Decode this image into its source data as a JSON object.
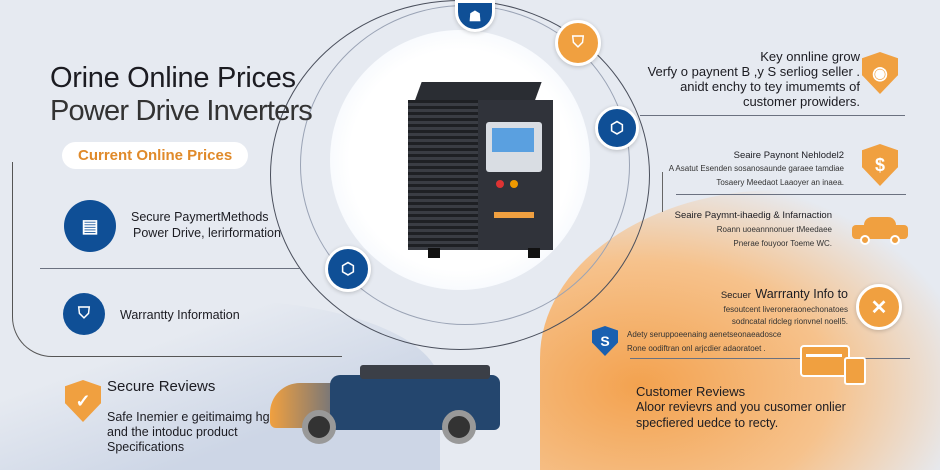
{
  "header": {
    "title_line1": "Orine Online Prices",
    "title_line2": "Power Drive Inverters",
    "badge": "Current Online  Prices"
  },
  "left": {
    "items": [
      {
        "title": "Secure PaymertMethods",
        "subtitle": "Power Drive, lerirformation"
      },
      {
        "title": "Warrantty Information"
      },
      {
        "title": "Secure Reviews",
        "body": [
          "Safe Inemier e geitimaimg hg",
          "and the intoduc product",
          "Specifications"
        ]
      }
    ]
  },
  "right": {
    "block1": [
      "Key onnline grow",
      "Verfy o paynent B ,y S serliog seller .",
      "anidt enchy to  tey imumemts of",
      "customer prowiders."
    ],
    "block2": {
      "title": "Seaire Paynont Nehlodel2",
      "lines": [
        "A Asatut Esenden sosanosaunde garaee tamdiae",
        "Tosaery Meedaot Laaoyer an inaea."
      ]
    },
    "block3": {
      "title": "Seaire Paymnt-ihaedig  & Infarnaction",
      "lines": [
        "Roann uoeannnonuer tMeedaee",
        "Pnerae fouyoor Toeme WC."
      ]
    },
    "block4": {
      "title_prefix": "Secuer",
      "title": "Warrranty Info to",
      "lines": [
        "fesoutcent liveroneraonechonatoes",
        "sodncatal ridcleg rionvnel noell5."
      ]
    },
    "block5": {
      "lines": [
        "Adety seruppoeenaing aenetseonaeadosce",
        "Rone oodiftran onl arjcdier adaoratoet ."
      ]
    },
    "reviews": {
      "title": "Customer Reviews",
      "lines": [
        "Aloor revievrs and you cusomer onlier",
        "specfiered uedce to recty."
      ]
    }
  },
  "colors": {
    "blue": "#0f4f96",
    "orange": "#f0a040",
    "background": "#e6eaf1"
  }
}
